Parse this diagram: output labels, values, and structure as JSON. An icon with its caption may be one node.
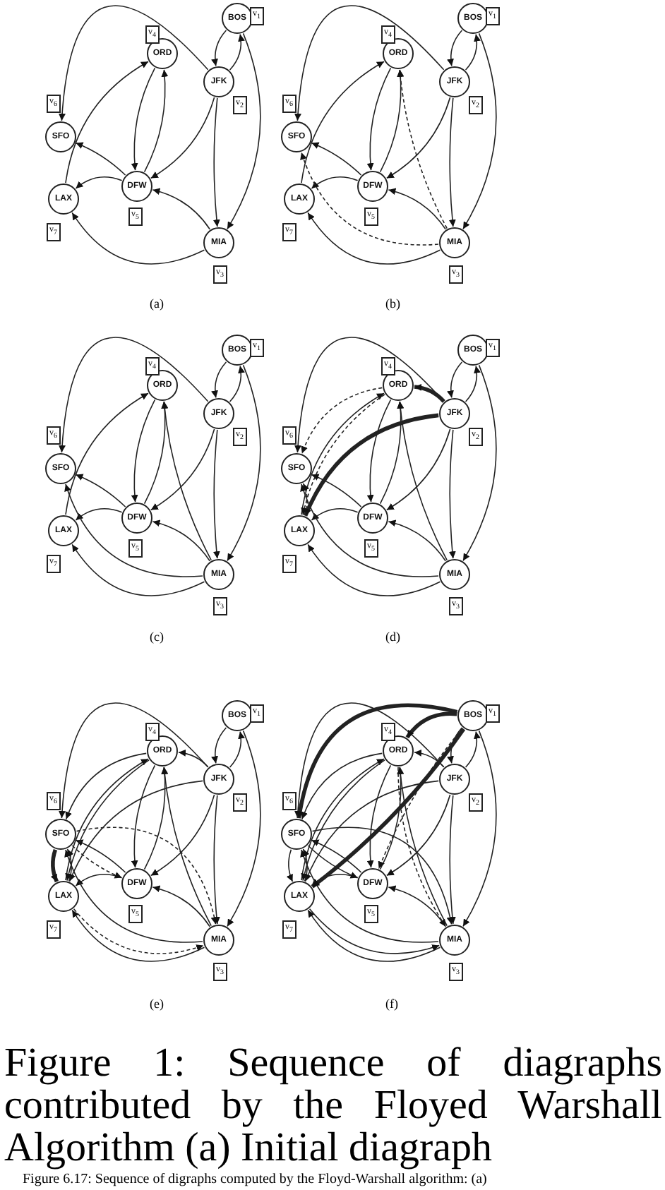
{
  "diagram": {
    "caption": "Figure 1: Sequence of diagraphs contributed by the Floyed Warshall Algorithm (a) Initial diagraph",
    "nodes": [
      {
        "text": [
          "BOS"
        ],
        "beside": [
          "v$_{1}$"
        ]
      },
      {
        "text": [
          "ORD"
        ],
        "beside": [
          "v$_{4}$"
        ]
      },
      {
        "text": [
          "JFK"
        ],
        "beside": [
          "v$_{2}$"
        ]
      },
      {
        "text": [
          "SFO"
        ],
        "beside": [
          "v$_{6}$"
        ]
      },
      {
        "text": [
          "DFW"
        ],
        "beside": [
          "v$_{5}$"
        ]
      },
      {
        "text": [
          "LAX"
        ],
        "beside": [
          "v$_{7}$"
        ]
      },
      {
        "text": [
          "MIA"
        ],
        "beside": [
          "v$_{3}$"
        ]
      },
      {
        "text": [
          "BOS"
        ],
        "beside": [
          "v$_{1}$"
        ]
      },
      {
        "text": [
          "ORD"
        ],
        "beside": [
          "v$_{4}$"
        ]
      },
      {
        "text": [
          "JFK"
        ],
        "beside": [
          "v$_{2}$"
        ]
      },
      {
        "text": [
          "SFO"
        ],
        "beside": [
          "v$_{6}$"
        ]
      },
      {
        "text": [
          "DFW"
        ],
        "beside": [
          "v$_{5}$"
        ]
      },
      {
        "text": [
          "LAX"
        ],
        "beside": [
          "v$_{7}$"
        ]
      },
      {
        "text": [
          "MIA"
        ],
        "beside": [
          "v$_{3}$"
        ]
      },
      {
        "text": [
          "BOS"
        ],
        "beside": [
          "v$_{1}$"
        ]
      },
      {
        "text": [
          "ORD"
        ],
        "beside": [
          "v$_{4}$"
        ]
      },
      {
        "text": [
          "JFK"
        ],
        "beside": [
          "v$_{2}$"
        ]
      },
      {
        "text": [
          "SFO"
        ],
        "beside": [
          "v$_{6}$"
        ]
      },
      {
        "text": [
          "DFW"
        ],
        "beside": [
          "v$_{5}$"
        ]
      },
      {
        "text": [
          "LAX"
        ],
        "beside": [
          "v$_{7}$"
        ]
      },
      {
        "text": [
          "MIA"
        ],
        "beside": [
          "v$_{3}$"
        ]
      },
      {
        "text": [
          "BOS"
        ],
        "beside": [
          "v$_{1}$"
        ]
      },
      {
        "text": [
          "ORD"
        ],
        "beside": [
          "v$_{4}$"
        ]
      },
      {
        "text": [
          "JFK"
        ],
        "beside": [
          "v$_{2}$"
        ]
      },
      {
        "text": [
          "SFO"
        ],
        "beside": [
          "v$_{6}$"
        ]
      },
      {
        "text": [
          "DFW"
        ],
        "beside": [
          "v$_{5}$"
        ]
      },
      {
        "text": [
          "LAX"
        ],
        "beside": [
          "v$_{7}$"
        ]
      },
      {
        "text": [
          "MIA"
        ],
        "beside": [
          "v$_{3}$"
        ]
      },
      {
        "text": [
          "BOS"
        ],
        "beside": [
          "v$_{1}$"
        ]
      },
      {
        "text": [
          "ORD"
        ],
        "beside": [
          "v$_{4}$"
        ]
      },
      {
        "text": [
          "JFK"
        ],
        "beside": [
          "v$_{2}$"
        ]
      },
      {
        "text": [
          "SFO"
        ],
        "beside": [
          "v$_{6}$"
        ]
      },
      {
        "text": [
          "DFW"
        ],
        "beside": [
          "v$_{5}$"
        ]
      },
      {
        "text": [
          "LAX"
        ],
        "beside": [
          "v$_{7}$"
        ]
      },
      {
        "text": [
          "MIA"
        ],
        "beside": [
          "v$_{3}$"
        ]
      },
      {
        "text": [
          "BOS"
        ],
        "beside": [
          "v$_{1}$"
        ]
      },
      {
        "text": [
          "ORD"
        ],
        "beside": [
          "v$_{4}$"
        ]
      },
      {
        "text": [
          "JFK"
        ],
        "beside": [
          "v$_{2}$"
        ]
      },
      {
        "text": [
          "SFO"
        ],
        "beside": [
          "v$_{6}$"
        ]
      },
      {
        "text": [
          "DFW"
        ],
        "beside": [
          "v$_{5}$"
        ]
      },
      {
        "text": [
          "LAX"
        ],
        "beside": [
          "v$_{7}$"
        ]
      },
      {
        "text": [
          "MIA"
        ],
        "beside": [
          "v$_{3}$"
        ]
      }
    ],
    "edges": [
      {
        "from": 0,
        "to": 2,
        "arrow": "to"
      },
      {
        "from": 2,
        "to": 0,
        "arrow": "to"
      },
      {
        "from": 0,
        "to": 6,
        "arrow": "to"
      },
      {
        "from": 2,
        "to": 4,
        "arrow": "to"
      },
      {
        "from": 2,
        "to": 6,
        "arrow": "to"
      },
      {
        "from": 2,
        "to": 3,
        "arrow": "to"
      },
      {
        "from": 1,
        "to": 4,
        "arrow": "to"
      },
      {
        "from": 4,
        "to": 1,
        "arrow": "to"
      },
      {
        "from": 4,
        "to": 3,
        "arrow": "to"
      },
      {
        "from": 4,
        "to": 5,
        "arrow": "to"
      },
      {
        "from": 5,
        "to": 1,
        "arrow": "to"
      },
      {
        "from": 6,
        "to": 4,
        "arrow": "to"
      },
      {
        "from": 6,
        "to": 5,
        "arrow": "to"
      },
      {
        "from": 7,
        "to": 9,
        "arrow": "to"
      },
      {
        "from": 9,
        "to": 7,
        "arrow": "to"
      },
      {
        "from": 7,
        "to": 13,
        "arrow": "to"
      },
      {
        "from": 9,
        "to": 11,
        "arrow": "to"
      },
      {
        "from": 9,
        "to": 13,
        "arrow": "to"
      },
      {
        "from": 9,
        "to": 10,
        "arrow": "to"
      },
      {
        "from": 8,
        "to": 11,
        "arrow": "to"
      },
      {
        "from": 11,
        "to": 8,
        "arrow": "to"
      },
      {
        "from": 11,
        "to": 10,
        "arrow": "to"
      },
      {
        "from": 11,
        "to": 12,
        "arrow": "to"
      },
      {
        "from": 12,
        "to": 8,
        "arrow": "to"
      },
      {
        "from": 13,
        "to": 11,
        "arrow": "to"
      },
      {
        "from": 13,
        "to": 12,
        "arrow": "to"
      },
      {
        "from": 13,
        "to": 8,
        "arrow": "to",
        "style": "dashed"
      },
      {
        "from": 13,
        "to": 10,
        "arrow": "to",
        "style": "dashed"
      },
      {
        "from": 14,
        "to": 16,
        "arrow": "to"
      },
      {
        "from": 16,
        "to": 14,
        "arrow": "to"
      },
      {
        "from": 14,
        "to": 20,
        "arrow": "to"
      },
      {
        "from": 16,
        "to": 18,
        "arrow": "to"
      },
      {
        "from": 16,
        "to": 20,
        "arrow": "to"
      },
      {
        "from": 16,
        "to": 17,
        "arrow": "to"
      },
      {
        "from": 15,
        "to": 18,
        "arrow": "to"
      },
      {
        "from": 18,
        "to": 15,
        "arrow": "to"
      },
      {
        "from": 18,
        "to": 17,
        "arrow": "to"
      },
      {
        "from": 18,
        "to": 19,
        "arrow": "to"
      },
      {
        "from": 19,
        "to": 15,
        "arrow": "to"
      },
      {
        "from": 20,
        "to": 18,
        "arrow": "to"
      },
      {
        "from": 20,
        "to": 19,
        "arrow": "to"
      },
      {
        "from": 20,
        "to": 15,
        "arrow": "to"
      },
      {
        "from": 20,
        "to": 17,
        "arrow": "to"
      },
      {
        "from": 21,
        "to": 23,
        "arrow": "to"
      },
      {
        "from": 23,
        "to": 21,
        "arrow": "to"
      },
      {
        "from": 21,
        "to": 27,
        "arrow": "to"
      },
      {
        "from": 23,
        "to": 25,
        "arrow": "to"
      },
      {
        "from": 23,
        "to": 27,
        "arrow": "to"
      },
      {
        "from": 23,
        "to": 24,
        "arrow": "to"
      },
      {
        "from": 22,
        "to": 25,
        "arrow": "to"
      },
      {
        "from": 25,
        "to": 22,
        "arrow": "to"
      },
      {
        "from": 25,
        "to": 24,
        "arrow": "to"
      },
      {
        "from": 25,
        "to": 26,
        "arrow": "to"
      },
      {
        "from": 26,
        "to": 22,
        "arrow": "to"
      },
      {
        "from": 27,
        "to": 25,
        "arrow": "to"
      },
      {
        "from": 27,
        "to": 26,
        "arrow": "to"
      },
      {
        "from": 27,
        "to": 22,
        "arrow": "to"
      },
      {
        "from": 27,
        "to": 24,
        "arrow": "to"
      },
      {
        "from": 23,
        "to": 22,
        "arrow": "to",
        "style": "thick"
      },
      {
        "from": 23,
        "to": 26,
        "arrow": "to",
        "style": "thick"
      },
      {
        "from": 26,
        "to": 24,
        "arrow": "to",
        "style": "dashed"
      },
      {
        "from": 22,
        "to": 24,
        "arrow": "to",
        "style": "dashed"
      },
      {
        "from": 22,
        "to": 26,
        "arrow": "to",
        "style": "dashed"
      },
      {
        "from": 28,
        "to": 30,
        "arrow": "to"
      },
      {
        "from": 30,
        "to": 28,
        "arrow": "to"
      },
      {
        "from": 28,
        "to": 34,
        "arrow": "to"
      },
      {
        "from": 30,
        "to": 32,
        "arrow": "to"
      },
      {
        "from": 30,
        "to": 34,
        "arrow": "to"
      },
      {
        "from": 30,
        "to": 31,
        "arrow": "to"
      },
      {
        "from": 29,
        "to": 32,
        "arrow": "to"
      },
      {
        "from": 32,
        "to": 29,
        "arrow": "to"
      },
      {
        "from": 32,
        "to": 31,
        "arrow": "to"
      },
      {
        "from": 32,
        "to": 33,
        "arrow": "to"
      },
      {
        "from": 33,
        "to": 29,
        "arrow": "to"
      },
      {
        "from": 34,
        "to": 32,
        "arrow": "to"
      },
      {
        "from": 34,
        "to": 33,
        "arrow": "to"
      },
      {
        "from": 34,
        "to": 29,
        "arrow": "to"
      },
      {
        "from": 34,
        "to": 31,
        "arrow": "to"
      },
      {
        "from": 30,
        "to": 29,
        "arrow": "to"
      },
      {
        "from": 30,
        "to": 33,
        "arrow": "to"
      },
      {
        "from": 33,
        "to": 31,
        "arrow": "to"
      },
      {
        "from": 29,
        "to": 31,
        "arrow": "to"
      },
      {
        "from": 29,
        "to": 33,
        "arrow": "to"
      },
      {
        "from": 33,
        "to": 34,
        "arrow": "to",
        "style": "dashed"
      },
      {
        "from": 31,
        "to": 34,
        "arrow": "to",
        "style": "dashed"
      },
      {
        "from": 31,
        "to": 32,
        "arrow": "to",
        "style": "dashed"
      },
      {
        "from": 31,
        "to": 33,
        "arrow": "to",
        "style": "thick"
      },
      {
        "from": 35,
        "to": 37,
        "arrow": "to"
      },
      {
        "from": 37,
        "to": 35,
        "arrow": "to"
      },
      {
        "from": 35,
        "to": 41,
        "arrow": "to"
      },
      {
        "from": 37,
        "to": 39,
        "arrow": "to"
      },
      {
        "from": 37,
        "to": 41,
        "arrow": "to"
      },
      {
        "from": 37,
        "to": 38,
        "arrow": "to"
      },
      {
        "from": 36,
        "to": 39,
        "arrow": "to"
      },
      {
        "from": 39,
        "to": 36,
        "arrow": "to"
      },
      {
        "from": 39,
        "to": 38,
        "arrow": "to"
      },
      {
        "from": 39,
        "to": 40,
        "arrow": "to"
      },
      {
        "from": 40,
        "to": 36,
        "arrow": "to"
      },
      {
        "from": 41,
        "to": 39,
        "arrow": "to"
      },
      {
        "from": 41,
        "to": 40,
        "arrow": "to"
      },
      {
        "from": 41,
        "to": 36,
        "arrow": "to"
      },
      {
        "from": 41,
        "to": 38,
        "arrow": "to"
      },
      {
        "from": 37,
        "to": 36,
        "arrow": "to"
      },
      {
        "from": 37,
        "to": 40,
        "arrow": "to"
      },
      {
        "from": 40,
        "to": 38,
        "arrow": "to"
      },
      {
        "from": 36,
        "to": 38,
        "arrow": "to"
      },
      {
        "from": 36,
        "to": 40,
        "arrow": "to"
      },
      {
        "from": 40,
        "to": 41,
        "arrow": "to"
      },
      {
        "from": 38,
        "to": 41,
        "arrow": "to"
      },
      {
        "from": 38,
        "to": 39,
        "arrow": "to"
      },
      {
        "from": 38,
        "to": 40,
        "arrow": "to"
      },
      {
        "from": 35,
        "to": 38,
        "arrow": "to",
        "style": "thick"
      },
      {
        "from": 35,
        "to": 40,
        "arrow": "to",
        "style": "thick"
      },
      {
        "from": 35,
        "to": 36,
        "arrow": "to",
        "style": "thick"
      },
      {
        "from": 35,
        "to": 39,
        "arrow": "to",
        "style": "dashed"
      },
      {
        "from": 36,
        "to": 41,
        "arrow": "to",
        "style": "dashed"
      }
    ],
    "labels": [
      "(a)",
      "(b)",
      "(c)",
      "(d)",
      "(e)",
      "(f)",
      "Figure 6.17: Sequence of digraphs computed by the Floyd-Warshall algorithm: (a)"
    ]
  }
}
